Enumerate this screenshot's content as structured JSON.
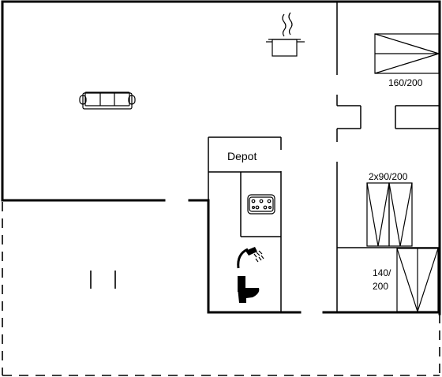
{
  "rooms": {
    "depot_label": "Depot"
  },
  "beds": {
    "double_bedroom_label": "160/200",
    "twin_bedroom_label": "2x90/200",
    "guest_bed_label_line1": "140/",
    "guest_bed_label_line2": "200"
  },
  "icons": [
    "sofa-icon",
    "cooking-pot-icon",
    "sink-icon",
    "shower-icon",
    "toilet-icon",
    "bed-icon"
  ]
}
